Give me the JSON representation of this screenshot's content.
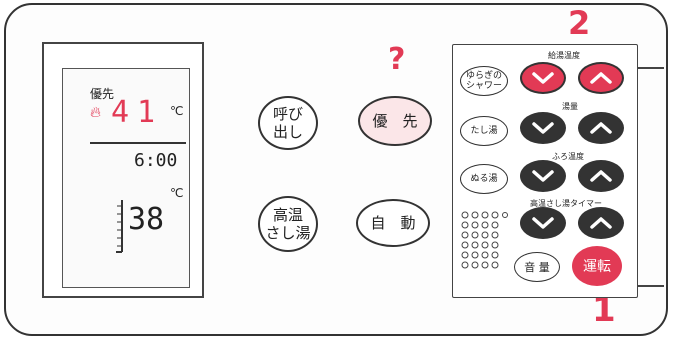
{
  "lcd": {
    "priority_label": "優先",
    "flame_icon": "flame-icon",
    "set_temp": "41",
    "unit": "℃",
    "clock": "6:00",
    "bath_temp": "38",
    "bath_unit": "℃"
  },
  "buttons": {
    "call": "呼び\n出し",
    "priority": "優　先",
    "high_temp_add": "高温\nさし湯",
    "auto": "自　動"
  },
  "annotations": {
    "question": "?",
    "step2": "2",
    "step1": "1"
  },
  "panel": {
    "labels": {
      "supply_temp": "給湯温度",
      "hot_water": "湯量",
      "bath_temp": "ふろ温度",
      "high_temp_timer": "高温さし湯タイマー"
    },
    "small_buttons": {
      "yuragi": "ゆらぎの\nシャワー",
      "tashiyu": "たし湯",
      "nuruyu": "ぬる湯"
    },
    "volume": "音 量",
    "run": "運転"
  },
  "colors": {
    "accent_red": "#e23a55",
    "dark": "#333333",
    "priority_fill": "#fbe6e8"
  }
}
